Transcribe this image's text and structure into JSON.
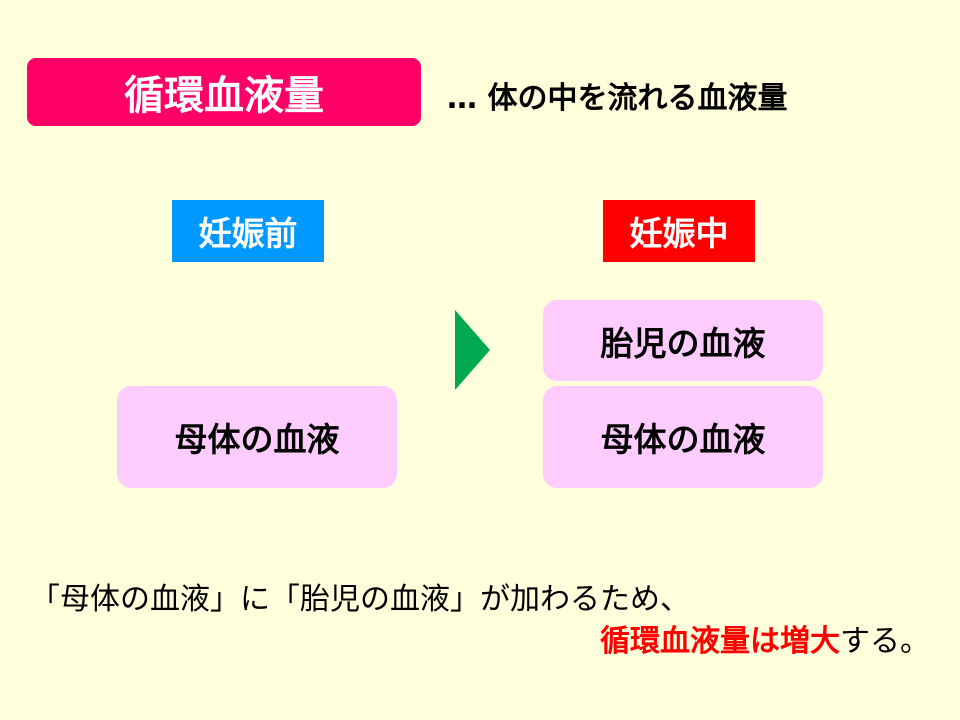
{
  "header": {
    "term": "循環血液量",
    "definition": "… 体の中を流れる血液量"
  },
  "columns": {
    "before": {
      "label": "妊娠前",
      "color": "#0099ff",
      "boxes": [
        "母体の血液"
      ]
    },
    "during": {
      "label": "妊娠中",
      "color": "#ff0000",
      "boxes": [
        "胎児の血液",
        "母体の血液"
      ]
    }
  },
  "arrow_color": "#00a850",
  "conclusion": {
    "line1": "「母体の血液」に「胎児の血液」が加わるため、",
    "line2_emphasis": "循環血液量は増大",
    "line2_rest": "する。"
  }
}
